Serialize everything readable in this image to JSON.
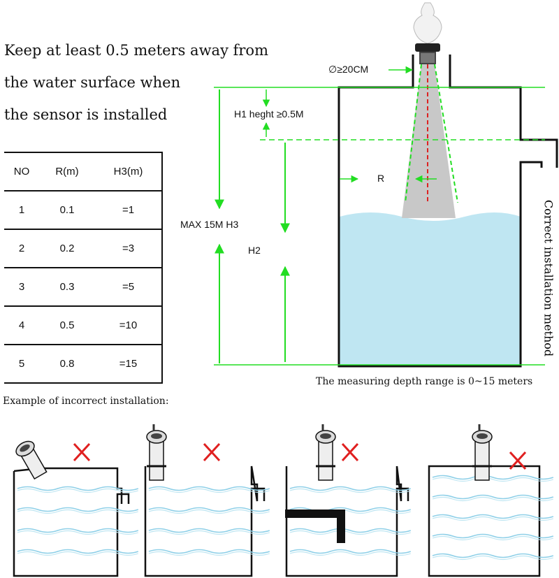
{
  "intro_lines": [
    "Keep at least 0.5 meters away from",
    "the water surface when",
    "the sensor is installed"
  ],
  "table": {
    "headers": [
      "NO",
      "R(m)",
      "H3(m)"
    ],
    "rows": [
      [
        "1",
        "0.1",
        "=1"
      ],
      [
        "2",
        "0.2",
        "=3"
      ],
      [
        "3",
        "0.3",
        "=5"
      ],
      [
        "4",
        "0.5",
        "=10"
      ],
      [
        "5",
        "0.8",
        "=15"
      ]
    ]
  },
  "diagram": {
    "diameter_label": "∅≥20CM",
    "h1_label": "H1 heght ≥0.5M",
    "r_label": "R",
    "max_label": "MAX 15M H3",
    "h2_label": "H2",
    "side_caption": "Correct installation method",
    "range_caption": "The measuring depth range is 0~15 meters"
  },
  "incorrect_title": "Example of incorrect installation:",
  "colors": {
    "guide_green": "#22dd22",
    "water": "#bfe6f2",
    "wave": "#8fd0e8",
    "error_red": "#e02020"
  }
}
